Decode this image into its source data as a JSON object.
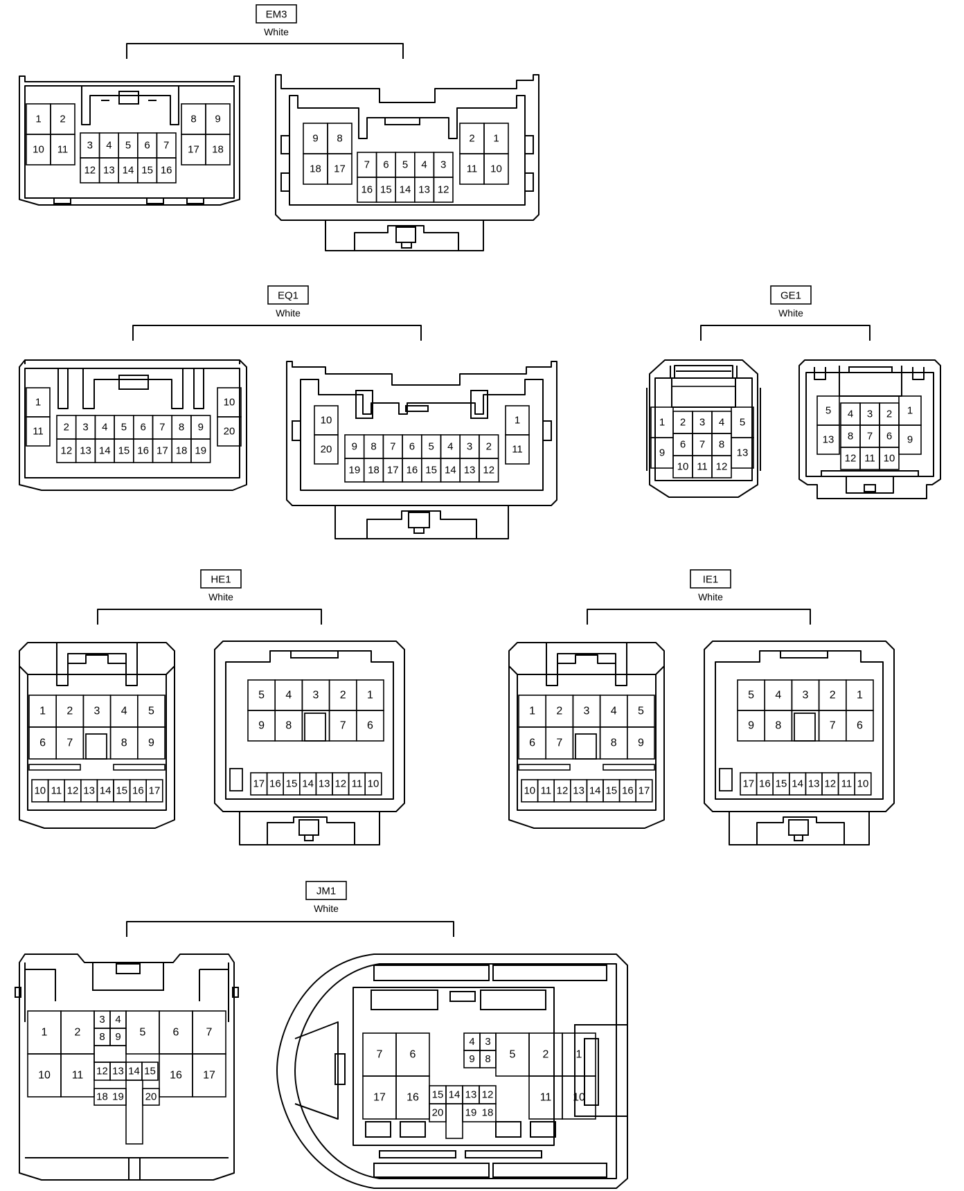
{
  "connectors": [
    {
      "id": "em3",
      "label": "EM3",
      "color": "White",
      "female": {
        "left": [
          [
            "1",
            "2"
          ],
          [
            "10",
            "11"
          ]
        ],
        "center": [
          [
            "3",
            "4",
            "5",
            "6",
            "7"
          ],
          [
            "12",
            "13",
            "14",
            "15",
            "16"
          ]
        ],
        "right": [
          [
            "8",
            "9"
          ],
          [
            "17",
            "18"
          ]
        ]
      },
      "male": {
        "left": [
          [
            "9",
            "8"
          ],
          [
            "18",
            "17"
          ]
        ],
        "center": [
          [
            "7",
            "6",
            "5",
            "4",
            "3"
          ],
          [
            "16",
            "15",
            "14",
            "13",
            "12"
          ]
        ],
        "right": [
          [
            "2",
            "1"
          ],
          [
            "11",
            "10"
          ]
        ]
      }
    },
    {
      "id": "eq1",
      "label": "EQ1",
      "color": "White",
      "female": {
        "left": [
          [
            "1"
          ],
          [
            "11"
          ]
        ],
        "center": [
          [
            "2",
            "3",
            "4",
            "5",
            "6",
            "7",
            "8",
            "9"
          ],
          [
            "12",
            "13",
            "14",
            "15",
            "16",
            "17",
            "18",
            "19"
          ]
        ],
        "right": [
          [
            "10"
          ],
          [
            "20"
          ]
        ]
      },
      "male": {
        "left": [
          [
            "10"
          ],
          [
            "20"
          ]
        ],
        "center": [
          [
            "9",
            "8",
            "7",
            "6",
            "5",
            "4",
            "3",
            "2"
          ],
          [
            "19",
            "18",
            "17",
            "16",
            "15",
            "14",
            "13",
            "12"
          ]
        ],
        "right": [
          [
            "1"
          ],
          [
            "11"
          ]
        ]
      }
    },
    {
      "id": "ge1",
      "label": "GE1",
      "color": "White",
      "female": {
        "left": [
          "1",
          "9"
        ],
        "center": [
          [
            "2",
            "3",
            "4"
          ],
          [
            "6",
            "7",
            "8"
          ],
          [
            "10",
            "11",
            "12"
          ]
        ],
        "right": [
          "5",
          "13"
        ]
      },
      "male": {
        "left": [
          "5",
          "13"
        ],
        "center": [
          [
            "4",
            "3",
            "2"
          ],
          [
            "8",
            "7",
            "6"
          ],
          [
            "12",
            "11",
            "10"
          ]
        ],
        "right": [
          "1",
          "9"
        ]
      }
    },
    {
      "id": "he1",
      "label": "HE1",
      "color": "White",
      "female": {
        "row1": [
          "1",
          "2",
          "3",
          "4",
          "5"
        ],
        "row2": [
          "6",
          "7",
          "",
          "8",
          "9"
        ],
        "row3": [
          "10",
          "11",
          "12",
          "13",
          "14",
          "15",
          "16",
          "17"
        ]
      },
      "male": {
        "row1": [
          "5",
          "4",
          "3",
          "2",
          "1"
        ],
        "row2": [
          "9",
          "8",
          "",
          "7",
          "6"
        ],
        "row3": [
          "17",
          "16",
          "15",
          "14",
          "13",
          "12",
          "11",
          "10"
        ]
      }
    },
    {
      "id": "ie1",
      "label": "IE1",
      "color": "White",
      "female": {
        "row1": [
          "1",
          "2",
          "3",
          "4",
          "5"
        ],
        "row2": [
          "6",
          "7",
          "",
          "8",
          "9"
        ],
        "row3": [
          "10",
          "11",
          "12",
          "13",
          "14",
          "15",
          "16",
          "17"
        ]
      },
      "male": {
        "row1": [
          "5",
          "4",
          "3",
          "2",
          "1"
        ],
        "row2": [
          "9",
          "8",
          "",
          "7",
          "6"
        ],
        "row3": [
          "17",
          "16",
          "15",
          "14",
          "13",
          "12",
          "11",
          "10"
        ]
      }
    },
    {
      "id": "jm1",
      "label": "JM1",
      "color": "White",
      "female": {
        "big_top": [
          "1",
          "2",
          "5",
          "6",
          "7"
        ],
        "big_bottom": [
          "10",
          "11",
          "16",
          "17"
        ],
        "small": [
          [
            "3",
            "4"
          ],
          [
            "8",
            "9"
          ],
          [
            "12",
            "13",
            "14",
            "15"
          ],
          [
            "18",
            "19",
            "20"
          ]
        ]
      },
      "male": {
        "big_top": [
          "7",
          "6",
          "5",
          "2",
          "1"
        ],
        "big_bottom": [
          "17",
          "16",
          "11",
          "10"
        ],
        "small": [
          [
            "4",
            "3"
          ],
          [
            "9",
            "8"
          ],
          [
            "15",
            "14",
            "13",
            "12"
          ],
          [
            "20",
            "19",
            "18"
          ]
        ]
      }
    }
  ]
}
